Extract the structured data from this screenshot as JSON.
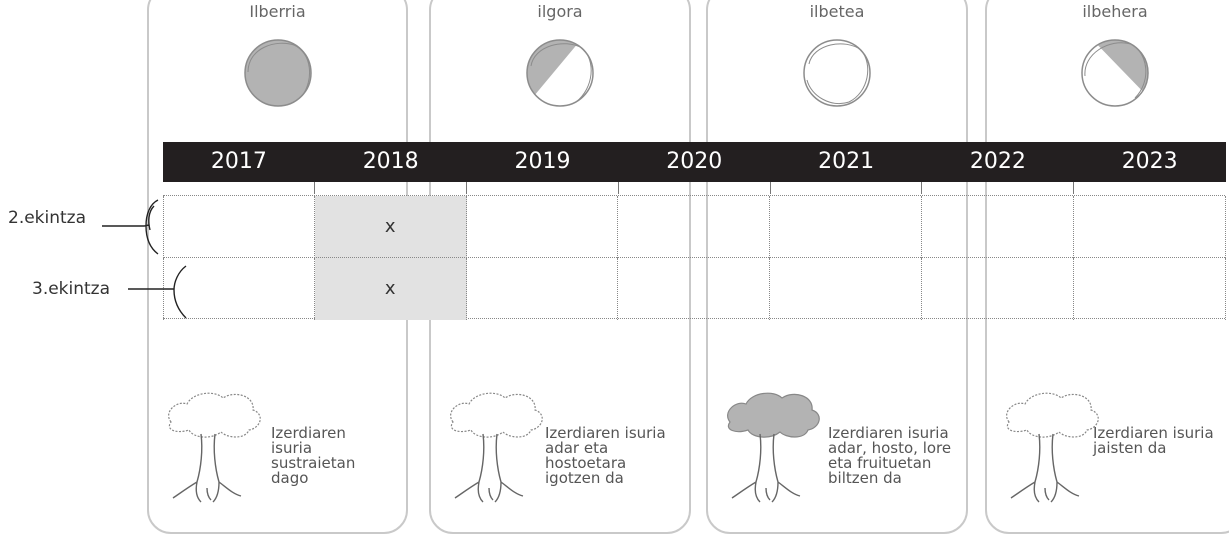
{
  "phases": [
    {
      "title": "Ilberria",
      "moon": "new-moon",
      "description": "Izerdiaren\nisuria\nsustraietan\ndago"
    },
    {
      "title": "ilgora",
      "moon": "waxing-moon",
      "description": "Izerdiaren isuria\nadar eta hostoetara\nigotzen da"
    },
    {
      "title": "ilbetea",
      "moon": "full-moon",
      "description": "Izerdiaren isuria\nadar, hosto, lore\neta fruituetan\nbiltzen da"
    },
    {
      "title": "ilbehera",
      "moon": "waning-moon",
      "description": "Izerdiaren isuria\njaisten da"
    }
  ],
  "years": [
    "2017",
    "2018",
    "2019",
    "2020",
    "2021",
    "2022",
    "2023"
  ],
  "rows": [
    {
      "label": "2.ekintza",
      "cells": [
        "",
        "x",
        "",
        "",
        "",
        "",
        ""
      ],
      "marked_years": [
        "2018"
      ]
    },
    {
      "label": "3.ekintza",
      "cells": [
        "",
        "x",
        "",
        "",
        "",
        "",
        ""
      ],
      "marked_years": [
        "2018"
      ]
    }
  ],
  "colors": {
    "bar": "#231f20",
    "moon_fill": "#b3b3b3",
    "marked_cell": "#e2e2e2",
    "frame": "#c9c9c9"
  }
}
